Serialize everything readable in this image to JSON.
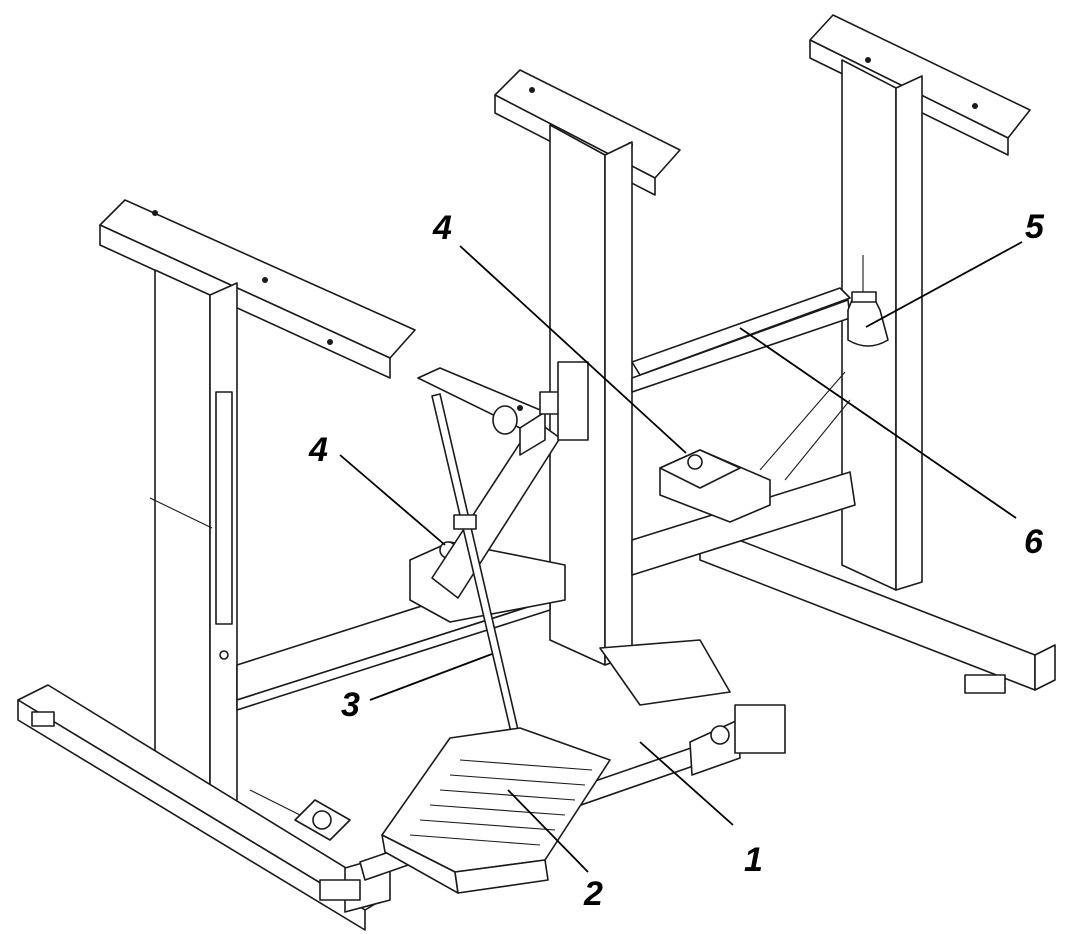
{
  "callouts": {
    "c1": "1",
    "c2": "2",
    "c3": "3",
    "c4_left": "4",
    "c4_center": "4",
    "c5": "5",
    "c6": "6"
  },
  "colors": {
    "line": "#1a1a1a",
    "fill": "#ffffff",
    "background": "#ffffff"
  }
}
